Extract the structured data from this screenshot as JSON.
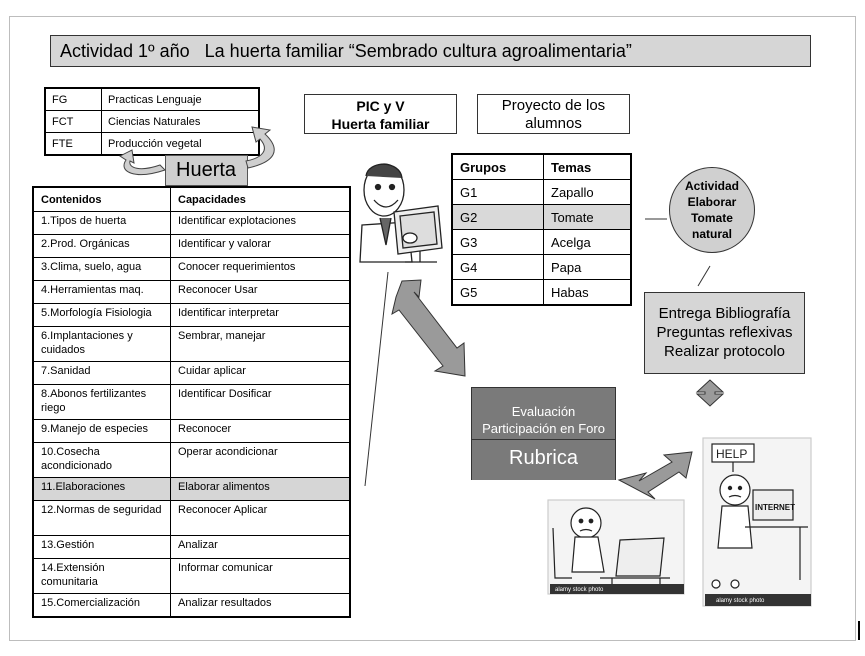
{
  "title": "Actividad 1º año   La huerta familiar “Sembrado cultura agroalimentaria”",
  "formacion": [
    {
      "code": "FG",
      "label": "Practicas Lenguaje"
    },
    {
      "code": "FCT",
      "label": "Ciencias Naturales"
    },
    {
      "code": "FTE",
      "label": "Producción vegetal"
    }
  ],
  "huerta_label": "Huerta",
  "contenidos_table": {
    "headers": [
      "Contenidos",
      "Capacidades"
    ],
    "rows": [
      {
        "contenido": "1.Tipos de huerta",
        "capacidad": "Identificar explotaciones"
      },
      {
        "contenido": "2.Prod. Orgánicas",
        "capacidad": "Identificar y valorar"
      },
      {
        "contenido": "3.Clima, suelo, agua",
        "capacidad": "Conocer requerimientos"
      },
      {
        "contenido": "4.Herramientas maq.",
        "capacidad": "Reconocer Usar"
      },
      {
        "contenido": "5.Morfología Fisiologia",
        "capacidad": "Identificar interpretar"
      },
      {
        "contenido": "6.Implantaciones y cuidados",
        "capacidad": "Sembrar, manejar"
      },
      {
        "contenido": "7.Sanidad",
        "capacidad": "Cuidar aplicar"
      },
      {
        "contenido": "8.Abonos fertilizantes riego",
        "capacidad": "Identificar Dosificar"
      },
      {
        "contenido": "9.Manejo de especies",
        "capacidad": "Reconocer"
      },
      {
        "contenido": "10.Cosecha acondicionado",
        "capacidad": "Operar acondicionar"
      },
      {
        "contenido": "11.Elaboraciones",
        "capacidad": "Elaborar alimentos"
      },
      {
        "contenido": "12.Normas de seguridad",
        "capacidad": "Reconocer Aplicar"
      },
      {
        "contenido": "13.Gestión",
        "capacidad": "Analizar"
      },
      {
        "contenido": "14.Extensión comunitaria",
        "capacidad": "Informar comunicar"
      },
      {
        "contenido": "15.Comercialización",
        "capacidad": "Analizar resultados"
      }
    ]
  },
  "pic": {
    "line1": "PIC y V",
    "line2": "Huerta familiar"
  },
  "proyecto": {
    "line1": "Proyecto de los",
    "line2": "alumnos"
  },
  "grupos_table": {
    "headers": [
      "Grupos",
      "Temas"
    ],
    "rows": [
      {
        "grupo": "G1",
        "tema": "Zapallo"
      },
      {
        "grupo": "G2",
        "tema": "Tomate"
      },
      {
        "grupo": "G3",
        "tema": "Acelga"
      },
      {
        "grupo": "G4",
        "tema": "Papa"
      },
      {
        "grupo": "G5",
        "tema": "Habas"
      }
    ]
  },
  "actividad": [
    "Actividad",
    "Elaborar",
    "Tomate",
    "natural"
  ],
  "entrega": [
    "Entrega Bibliografía",
    "Preguntas reflexivas",
    "Realizar protocolo"
  ],
  "evaluacion": {
    "line1": "Evaluación",
    "line2": "Participación en Foro",
    "rubrica": "Rubrica"
  },
  "illustration_labels": {
    "help": "HELP",
    "internet": "INTERNET",
    "watermark": "alamy stock photo"
  },
  "colors": {
    "gray_fill": "#d6d6d6",
    "dark_fill": "#7a7a7a",
    "arrow": "#9a9a9a"
  }
}
